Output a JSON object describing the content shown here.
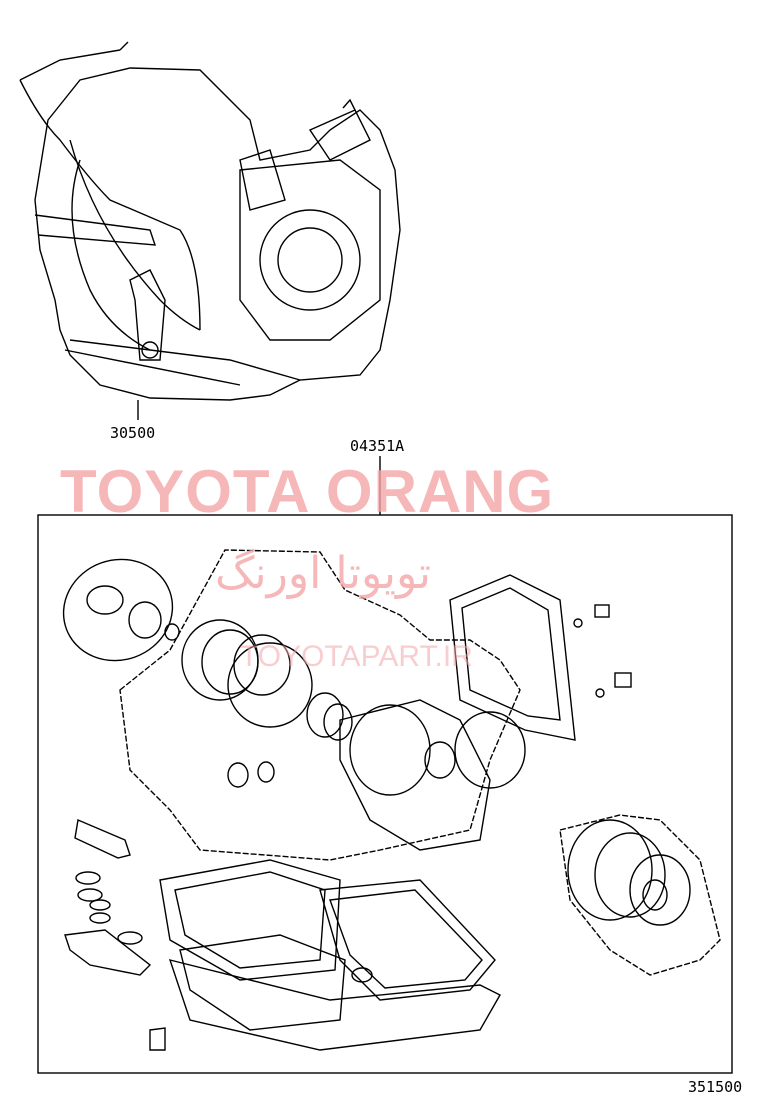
{
  "diagram": {
    "assembly_label": "30500",
    "kit_label": "04351A",
    "diagram_code": "351500"
  },
  "watermark": {
    "main": "TOYOTA ORANG",
    "persian": "تویوتا اورنگ",
    "site": "TOYOTAPART.IR"
  }
}
